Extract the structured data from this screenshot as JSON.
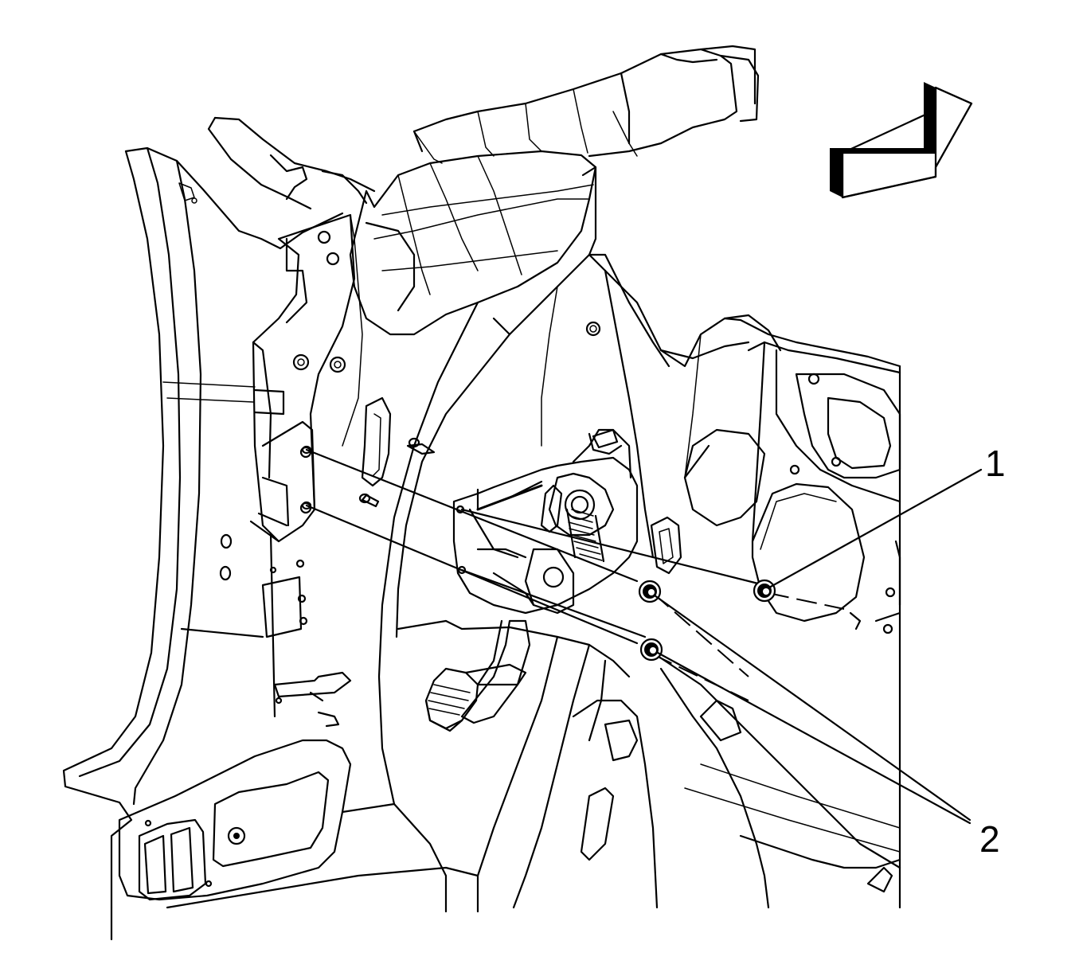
{
  "diagram": {
    "callouts": [
      {
        "id": "1",
        "label": "1"
      },
      {
        "id": "2",
        "label": "2"
      }
    ],
    "direction_arrow": {
      "icon": "forward-direction-arrow-icon"
    }
  }
}
